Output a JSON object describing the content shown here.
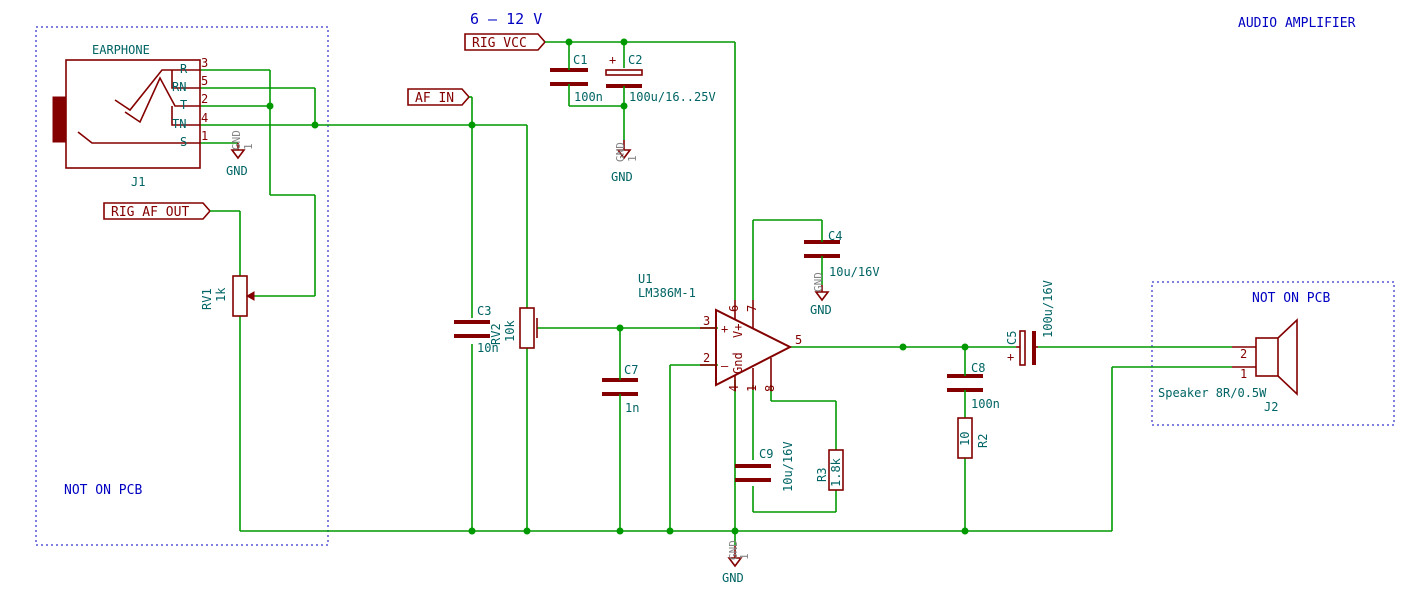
{
  "title": "AUDIO AMPLIFIER",
  "supply_label": "6 – 12 V",
  "not_on_pcb_1": "NOT ON PCB",
  "not_on_pcb_2": "NOT ON PCB",
  "ports": {
    "rig_vcc": "RIG_VCC",
    "af_in": "AF_IN",
    "rig_af_out": "RIG_AF_OUT"
  },
  "jack": {
    "name": "EARPHONE",
    "ref": "J1",
    "pin_letters": [
      "R",
      "RN",
      "T",
      "TN",
      "S"
    ],
    "pin_numbers": [
      "3",
      "5",
      "2",
      "4",
      "1"
    ]
  },
  "components": {
    "c1": {
      "ref": "C1",
      "value": "100n"
    },
    "c2": {
      "ref": "C2",
      "value": "100u/16..25V"
    },
    "c3": {
      "ref": "C3",
      "value": "10n"
    },
    "c4": {
      "ref": "C4",
      "value": "10u/16V"
    },
    "c5": {
      "ref": "C5",
      "value": "100u/16V"
    },
    "c7": {
      "ref": "C7",
      "value": "1n"
    },
    "c8": {
      "ref": "C8",
      "value": "100n"
    },
    "c9": {
      "ref": "C9",
      "value": "10u/16V"
    },
    "r2": {
      "ref": "R2",
      "value": "10"
    },
    "r3": {
      "ref": "R3",
      "value": "1.8k"
    },
    "rv1": {
      "ref": "RV1",
      "value": "1k"
    },
    "rv2": {
      "ref": "RV2",
      "value": "10k"
    },
    "u1": {
      "ref": "U1",
      "value": "LM386M-1"
    },
    "j2": {
      "ref": "J2",
      "value": "Speaker 8R/0.5W"
    }
  },
  "opamp": {
    "pins": [
      "3",
      "2",
      "5",
      "6",
      "7",
      "4",
      "1",
      "8"
    ],
    "plus": "+",
    "minus": "–",
    "label_gnd": "Gnd",
    "label_vplus": "V+"
  },
  "speaker_pins": [
    "2",
    "1"
  ],
  "gnd": {
    "label": "GND",
    "symbol_text": "GND",
    "symbol_num": "1"
  },
  "polarity_plus": "+"
}
